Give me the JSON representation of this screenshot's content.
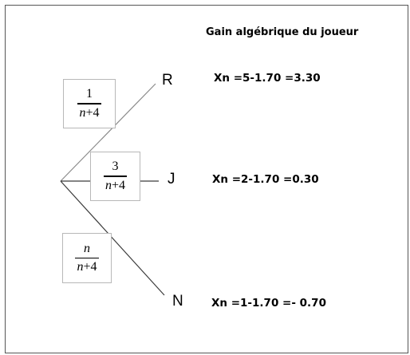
{
  "title": "Gain algébrique du joueur",
  "branches": [
    {
      "node": "R",
      "probability": {
        "numerator": "1",
        "denominator_var": "n",
        "denominator_rest": "+4"
      },
      "gain": "Xn =5-1.70 =3.30"
    },
    {
      "node": "J",
      "probability": {
        "numerator": "3",
        "denominator_var": "n",
        "denominator_rest": "+4"
      },
      "gain": "Xn =2-1.70 =0.30"
    },
    {
      "node": "N",
      "probability": {
        "numerator": "n",
        "denominator_var": "n",
        "denominator_rest": "+4"
      },
      "gain": "Xn =1-1.70 =- 0.70"
    }
  ]
}
